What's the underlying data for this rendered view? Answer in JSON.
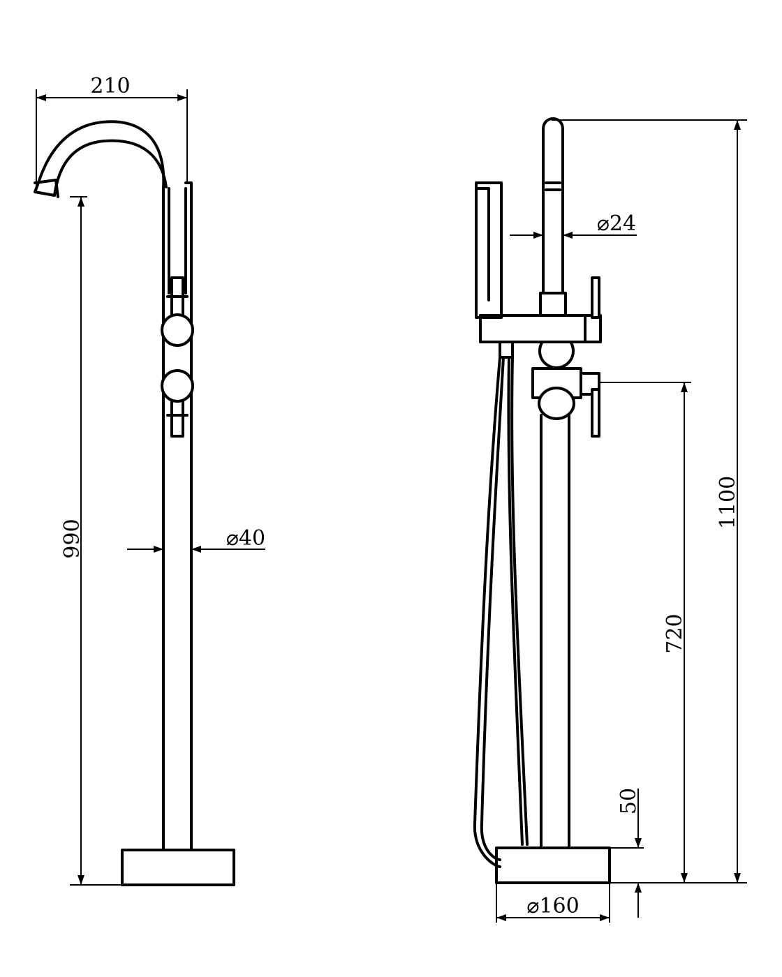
{
  "drawing": {
    "stroke_color": "#000000",
    "background_color": "#ffffff",
    "side_view": {
      "dim_spout_reach": "210",
      "dim_spout_height": "990",
      "dim_pipe_diameter": "⌀40"
    },
    "front_view": {
      "dim_total_height": "1100",
      "dim_valve_height": "720",
      "dim_spray_diameter": "⌀24",
      "dim_base_diameter": "⌀160",
      "dim_base_height": "50"
    }
  }
}
